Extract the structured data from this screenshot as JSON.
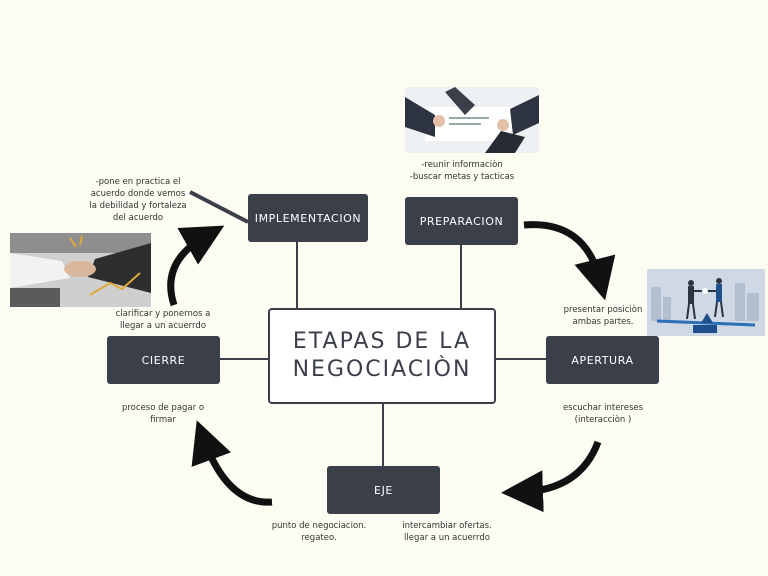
{
  "title": {
    "line1": "ETAPAS DE LA",
    "line2": "NEGOCIACIÒN"
  },
  "stages": {
    "implementacion": "IMPLEMENTACION",
    "preparacion": "PREPARACION",
    "apertura": "APERTURA",
    "eje": "EJE",
    "cierre": "CIERRE"
  },
  "notes": {
    "implementacion": [
      "-pone en practica el",
      "acuerdo donde vemos",
      "la debilidad y fortaleza",
      "del acuerdo"
    ],
    "preparacion": [
      "-reunir informaciòn",
      "-buscar metas y tacticas"
    ],
    "apertura_top": [
      "presentar posiciòn",
      "ambas partes."
    ],
    "apertura_bottom": [
      "escuchar intereses",
      "(interacciòn )"
    ],
    "eje_left": [
      "punto de negociacion.",
      "regateo."
    ],
    "eje_right": [
      "intercambiar ofertas.",
      "llegar a un acuerrdo"
    ],
    "cierre_bottom": [
      "proceso de pagar  o",
      "firmar"
    ],
    "cierre_top": [
      "clarificar y ponernos a",
      "llegar a un acuerrdo"
    ]
  },
  "icons": [
    "curved-arrow-icon",
    "handshake-photo",
    "business-meeting-photo",
    "balance-figures-photo"
  ],
  "colors": {
    "background": "#fdfcf3",
    "box": "#3b3f4a",
    "box_text": "#ffffff",
    "arrow": "#111111"
  }
}
